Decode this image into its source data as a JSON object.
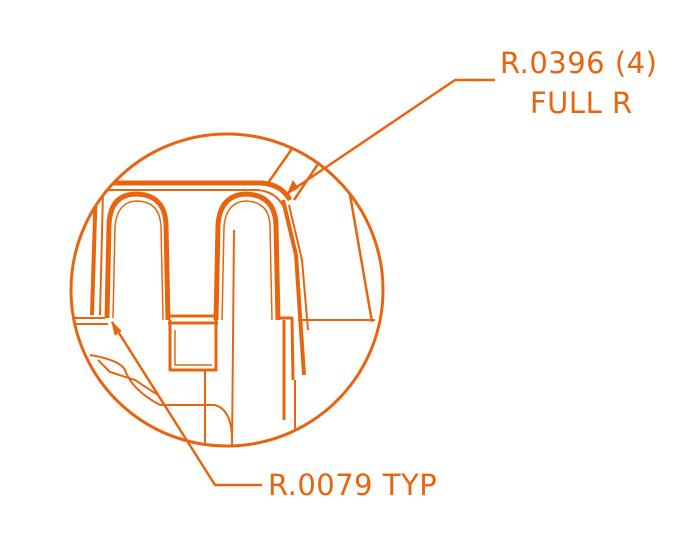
{
  "drawing": {
    "accent_color": "#E8650F",
    "callout_top": {
      "line1": "R.0396 (4)",
      "line2": "FULL R"
    },
    "callout_bottom": {
      "text": "R.0079 TYP"
    }
  }
}
